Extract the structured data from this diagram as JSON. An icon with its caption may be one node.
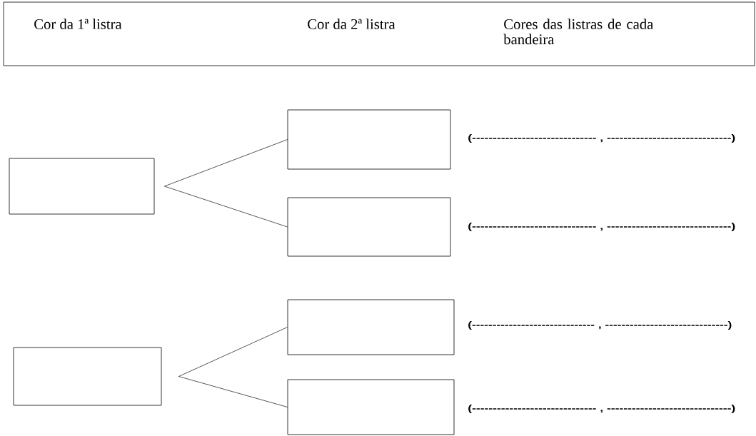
{
  "diagram": {
    "nodes": [
      {
        "text": [
          "Cor da 1ª listra",
          "Cor da 2ª listra",
          "Cores das listras de cada bandeira"
        ]
      },
      {
        "text": [],
        "shape": "box"
      },
      {
        "text": [],
        "shape": "box"
      },
      {
        "text": [],
        "shape": "box"
      },
      {
        "text": [],
        "shape": "box"
      },
      {
        "text": [],
        "shape": "box"
      },
      {
        "text": [],
        "shape": "box"
      }
    ],
    "edges": [
      {
        "from": 1,
        "to": 2,
        "arrow": "none"
      },
      {
        "from": 1,
        "to": 3,
        "arrow": "none"
      },
      {
        "from": 4,
        "to": 5,
        "arrow": "none"
      },
      {
        "from": 4,
        "to": 6,
        "arrow": "none"
      }
    ],
    "labels": [
      "(------------------------------ , ------------------------------)",
      "(------------------------------ , ------------------------------)",
      "(------------------------------ , ------------------------------)",
      "(------------------------------ , ------------------------------)"
    ]
  }
}
